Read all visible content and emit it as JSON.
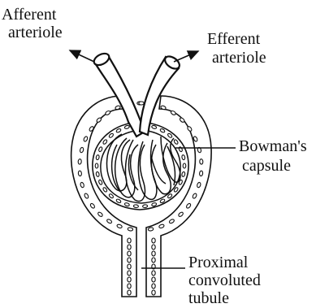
{
  "diagram": {
    "labels": {
      "afferent": [
        "Afferent",
        "arteriole"
      ],
      "efferent": [
        "Efferent",
        "arteriole"
      ],
      "bowman": [
        "Bowman's",
        "capsule"
      ],
      "proximal": [
        "Proximal",
        "convoluted",
        "tubule"
      ]
    }
  }
}
